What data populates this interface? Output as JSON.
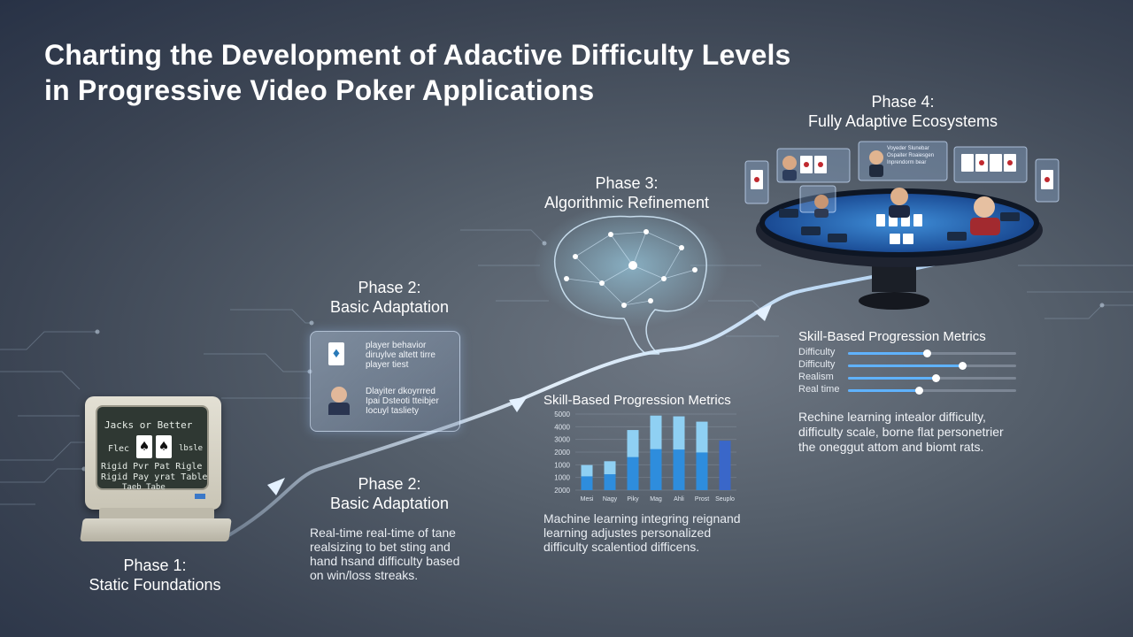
{
  "title": {
    "line1": "Charting the Development of Adactive Difficulty Levels",
    "line2": "in Progressive Video Poker Applications"
  },
  "phase1": {
    "heading_line1": "Phase 1:",
    "heading_line2": "Static Foundations",
    "screen": {
      "line1": "Jacks or Better",
      "left_word": "Flec",
      "right_word": "lbsle",
      "row1": "Rigid  Pvr  Pat  Rigle",
      "row2": "Rigid  Pay  yrat Table",
      "row3": "Taeb  Tabe"
    },
    "card_suits": [
      "♠",
      "♠"
    ]
  },
  "phase2_upper": {
    "heading_line1": "Phase 2:",
    "heading_line2": "Basic Adaptation",
    "panel": {
      "block1_line1": "player behavior",
      "block1_line2": "diruylve altett tirre",
      "block1_line3": "player tiest",
      "block2_line1": "Dlayiter dkoyrrred",
      "block2_line2": "Ipai Dsteoti tteibjer",
      "block2_line3": "Iocuyl tasliety"
    },
    "card_suit": "♦"
  },
  "phase2_lower": {
    "heading_line1": "Phase 2:",
    "heading_line2": "Basic Adaptation",
    "desc_line1": "Real-time real-time of tane",
    "desc_line2": "realsizing to bet sting and",
    "desc_line3": "hand hsand difficulty based",
    "desc_line4": "on win/loss streaks."
  },
  "phase3": {
    "heading_line1": "Phase 3:",
    "heading_line2": "Algorithmic Refinement",
    "desc_line1": "Machine learning integring reignand",
    "desc_line2": "learning adjustes personalized",
    "desc_line3": "difficulty scalentiod difficens."
  },
  "phase4": {
    "heading_line1": "Phase 4:",
    "heading_line2": "Fully Adaptive Ecosystems",
    "screen_text_line1": "Voyeder Slunebar",
    "screen_text_line2": "Ospaiter Roaiesgen",
    "screen_text_line3": "Inprendorm bear",
    "metrics_title": "Skill-Based Progression Metrics",
    "metrics": [
      {
        "label": "Difficulty",
        "value": 0.47
      },
      {
        "label": "Difficulty",
        "value": 0.68
      },
      {
        "label": "Realism",
        "value": 0.52
      },
      {
        "label": "Real time",
        "value": 0.42
      }
    ],
    "desc_line1": "Rechine learning intealor difficulty,",
    "desc_line2": "difficulty scale, borne flat personetrier",
    "desc_line3": "the oneggut attom and biomt rats."
  },
  "chart_data": {
    "type": "bar",
    "title": "Skill-Based Progression Metrics",
    "categories": [
      "Mesi",
      "Nagy",
      "Piky",
      "Mag",
      "Ahli",
      "Prost",
      "Seuplo"
    ],
    "values": [
      1650,
      1900,
      3950,
      4900,
      4850,
      4500,
      3250
    ],
    "yticks": [
      "5000",
      "4000",
      "3000",
      "2000",
      "1000",
      "1000",
      "2000"
    ],
    "ylim": [
      0,
      5000
    ],
    "colors": {
      "top": "#8fd0f3",
      "bottom": "#2e8ddd",
      "last": "#3a67c9"
    }
  }
}
